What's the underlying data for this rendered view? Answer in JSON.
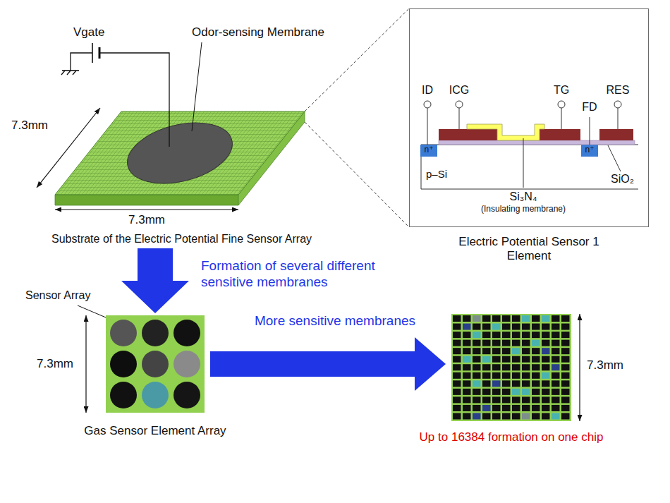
{
  "diagram": {
    "nodes": [
      {
        "text": [
          "Substrate of the Electric Potential Fine Sensor Array"
        ]
      },
      {
        "text": [
          "Electric Potential Sensor 1 Element"
        ]
      },
      {
        "text": [
          "Gas Sensor Element Array"
        ]
      },
      {
        "text": [
          "Up to 16384 formation on one chip"
        ]
      }
    ],
    "edges": [
      {
        "from": 0,
        "to": 1,
        "arrow": "none"
      },
      {
        "from": 0,
        "to": 2,
        "arrow": "to",
        "label": "Formation of several different sensitive membranes"
      },
      {
        "from": 2,
        "to": 3,
        "arrow": "to",
        "label": "More sensitive membranes"
      }
    ],
    "labels": [
      "Vgate",
      "Odor-sensing Membrane",
      "7.3mm",
      "7.3mm",
      "ID",
      "ICG",
      "TG",
      "FD",
      "RES",
      "n⁺",
      "n⁺",
      "p–Si",
      "Si₃N₄",
      "(Insulating membrane)",
      "SiO₂",
      "Sensor Array",
      "7.3mm",
      "7.3mm"
    ]
  }
}
